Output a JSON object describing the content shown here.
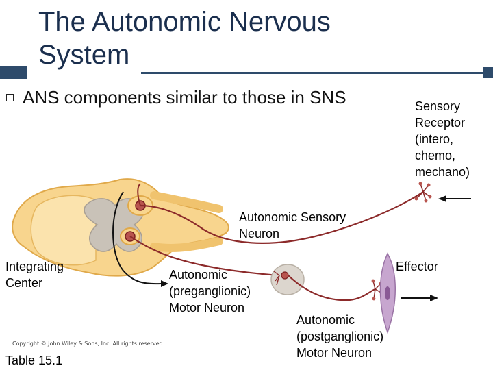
{
  "slide": {
    "title": "The Autonomic Nervous System",
    "bullet": "ANS components similar to those in SNS"
  },
  "labels": {
    "sensory_receptor": "Sensory Receptor (intero, chemo, mechano)",
    "sensory_neuron": "Autonomic Sensory Neuron",
    "effector": "Effector",
    "integrating_center": "Integrating Center",
    "preganglionic": "Autonomic (preganglionic) Motor Neuron",
    "postganglionic": "Autonomic (postganglionic) Motor Neuron",
    "table_ref": "Table 15.1",
    "copyright": "Copyright © John Wiley & Sons, Inc. All rights reserved."
  },
  "colors": {
    "title": "#1b2f4e",
    "accent_bar": "#2e4b6b",
    "nerve_fill": "#f8d58e",
    "nerve_stroke": "#e0a94a",
    "gray_matter": "#c9c2b8",
    "neuron": "#8c2a2a",
    "effector_fill": "#c7a6cf"
  }
}
